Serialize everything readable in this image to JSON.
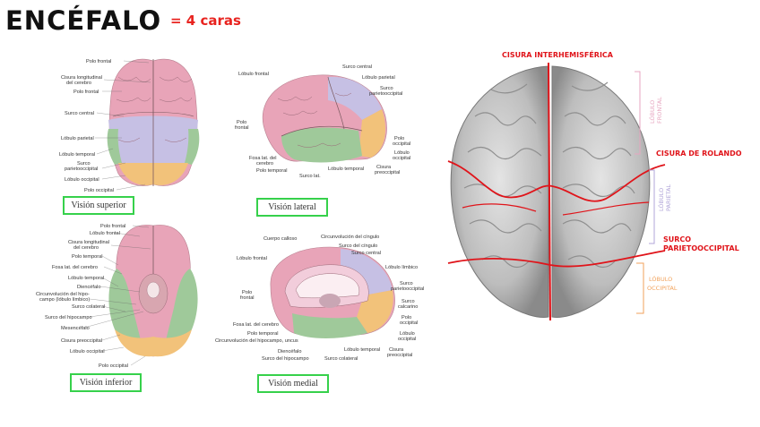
{
  "header": {
    "title": "ENCÉFALO",
    "subtitle": "= 4 caras"
  },
  "views": {
    "superior": {
      "label": "Visión superior",
      "annotations": [
        "Polo frontal",
        "Cisura longitudinal",
        "del cerebro",
        "Polo frontal",
        "Surco central",
        "Lóbulo parietal",
        "Lóbulo temporal",
        "Surco",
        "parietooccipital",
        "Lóbulo occipital",
        "Polo occipital"
      ]
    },
    "lateral": {
      "label": "Visión lateral",
      "annotations": [
        "Lóbulo frontal",
        "Surco central",
        "Lóbulo parietal",
        "Surco",
        "parietooccipital",
        "Polo",
        "frontal",
        "Polo",
        "occipital",
        "Lóbulo",
        "occipital",
        "Fosa lat. del",
        "cerebro",
        "Polo temporal",
        "Surco lat.",
        "Lóbulo temporal",
        "Cisura",
        "preoccipital"
      ]
    },
    "inferior": {
      "label": "Visión inferior",
      "annotations": [
        "Polo frontal",
        "Lóbulo frontal",
        "Cisura longitudinal",
        "del cerebro",
        "Polo temporal",
        "Fosa lat. del cerebro",
        "Lóbulo temporal",
        "Diencéfalo",
        "Circunvolución del hipo-",
        "campo (lóbulo límbico)",
        "Surco colateral",
        "Surco del hipocampo",
        "Mesencéfalo",
        "Cisura preoccipital",
        "Lóbulo occipital",
        "Polo occipital"
      ]
    },
    "medial": {
      "label": "Visión medial",
      "annotations": [
        "Cuerpo calloso",
        "Circunvolución del cíngulo",
        "Surco del cíngulo",
        "Surco central",
        "Lóbulo frontal",
        "Lóbulo límbico",
        "Polo",
        "frontal",
        "Surco",
        "parietooccipital",
        "Surco",
        "calcarino",
        "Polo",
        "occipital",
        "Lóbulo",
        "occipital",
        "Fosa lat. del cerebro",
        "Polo temporal",
        "Circunvolución del hipocampo, uncus",
        "Diencéfalo",
        "Surco del hipocampo",
        "Lóbulo temporal",
        "Surco colateral",
        "Cisura",
        "preoccipital"
      ]
    }
  },
  "annotated_photo": {
    "top": "CISURA INTERHEMISFÉRICA",
    "rolando": "CISURA DE ROLANDO",
    "parieto": [
      "SURCO",
      "PARIETOOCCIPITAL"
    ],
    "lobulo_frontal": [
      "LÓBULO",
      "FRONTAL"
    ],
    "lobulo_parietal": [
      "LÓBULO",
      "PARIETAL"
    ],
    "lobulo_occipital": [
      "LÓBULO",
      "OCCIPITAL"
    ]
  },
  "colors": {
    "frontal": "#e8a4b8",
    "parietal": "#c6c0e4",
    "temporal": "#9fc99a",
    "occipital": "#f2c27a",
    "green_box": "#36d14b",
    "red_ink": "#e0141a"
  }
}
